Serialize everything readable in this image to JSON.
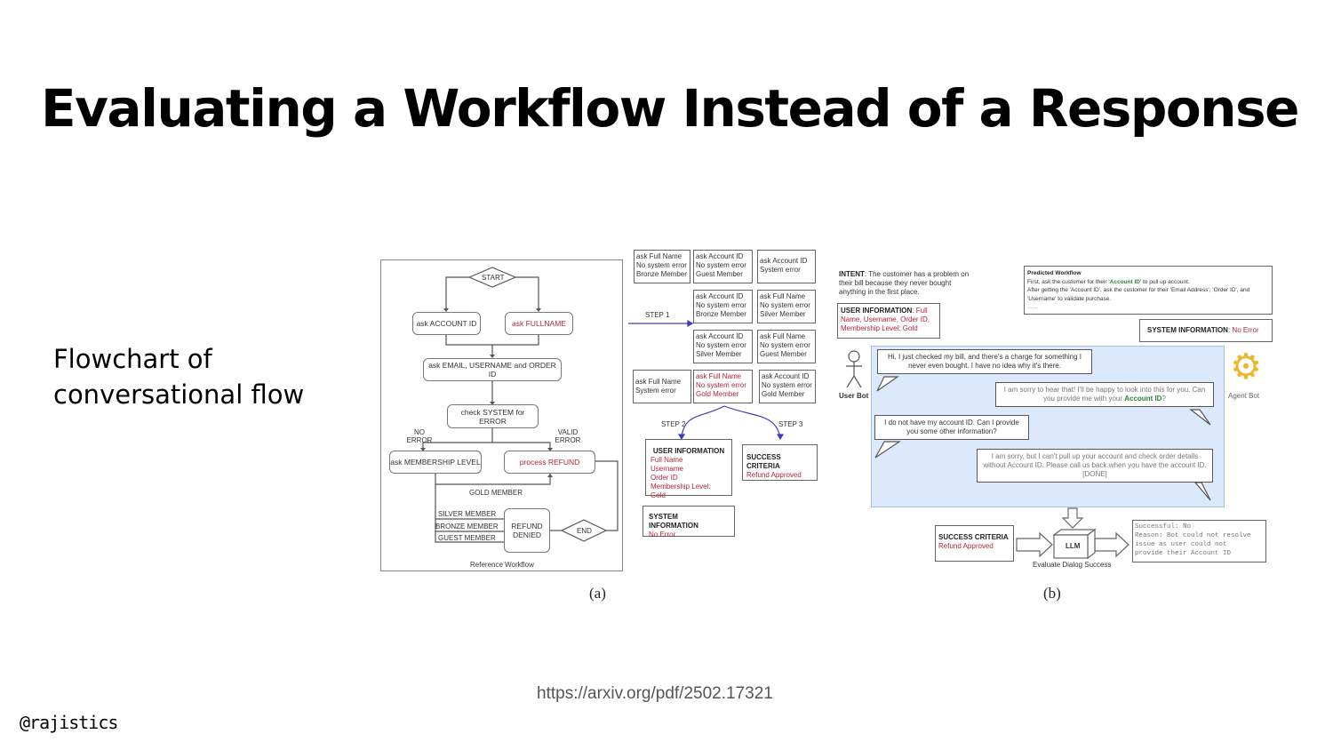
{
  "slide": {
    "title": "Evaluating a Workflow Instead of a Response",
    "caption": "Flowchart of conversational flow",
    "source_url": "https://arxiv.org/pdf/2502.17321",
    "handle": "@rajistics"
  },
  "figure_a": {
    "label": "(a)",
    "reference_workflow": {
      "caption": "Reference Workflow",
      "start": "START",
      "ask_account_id": "ask ACCOUNT ID",
      "ask_fullname": "ask FULLNAME",
      "ask_email": "ask EMAIL, USERNAME and ORDER ID",
      "check_system": "check SYSTEM for ERROR",
      "no_error": "NO ERROR",
      "valid_error": "VALID ERROR",
      "ask_membership": "ask MEMBERSHIP LEVEL",
      "process_refund": "process REFUND",
      "gold_member": "GOLD MEMBER",
      "silver_member": "SILVER MEMBER",
      "bronze_member": "BRONZE MEMBER",
      "guest_member": "GUEST MEMBER",
      "refund_denied": "REFUND DENIED",
      "end": "END"
    },
    "step1_label": "STEP 1",
    "step2_label": "STEP 2",
    "step3_label": "STEP 3",
    "scenarios": [
      [
        "ask Full Name",
        "No system error",
        "Bronze Member"
      ],
      [
        "ask Account ID",
        "No system error",
        "Guest Member"
      ],
      [
        "ask Account ID",
        "System error"
      ],
      [
        "ask Account ID",
        "No system error",
        "Bronze Member"
      ],
      [
        "ask Full Name",
        "No system error",
        "Silver Member"
      ],
      [
        "ask Account ID",
        "No system error",
        "Silver Member"
      ],
      [
        "ask Full Name",
        "No system error",
        "Guest Member"
      ],
      [
        "ask Full Name",
        "System error"
      ],
      [
        "ask Full Name",
        "No system error",
        "Gold Member"
      ],
      [
        "ask Account ID",
        "No system error",
        "Gold Member"
      ]
    ],
    "user_information": {
      "heading": "USER INFORMATION",
      "items": [
        "Full Name",
        "Username",
        "Order ID",
        "Membership Level: Gold"
      ]
    },
    "success_criteria": {
      "heading": "SUCCESS CRITERIA",
      "value": "Refund Approved"
    },
    "system_information": {
      "heading": "SYSTEM INFORMATION",
      "value": "No Error"
    }
  },
  "figure_b": {
    "label": "(b)",
    "intent_label": "INTENT",
    "intent_text": ": The customer has a problem on their bill because they never bought anything in the first place.",
    "user_info_label": "USER INFORMATION",
    "user_info_value": "Full Name, Username, Order ID, Membership Level: Gold",
    "predicted_workflow": {
      "heading": "Predicted Workflow",
      "line1_pre": "First, ask the customer for their '",
      "line1_hl": "Account ID",
      "line1_post": "' to pull up account.",
      "line2": "After getting the 'Account ID', ask the customer for their 'Email Address', 'Order ID', and 'Username' to validate purchase.",
      "line3": "......"
    },
    "system_info_label": "SYSTEM INFORMATION",
    "system_info_value": "No Error",
    "user_bot_label": "User Bot",
    "agent_bot_label": "Agent Bot",
    "dialog": [
      {
        "speaker": "user",
        "text": "Hi, I just checked my bill, and there's a charge for something I never even bought. I have no idea why it's there."
      },
      {
        "speaker": "agent",
        "text_pre": "I am sorry to hear that! I'll be happy to look into this for you. Can you provide me with your ",
        "text_hl": "Account ID",
        "text_post": "?"
      },
      {
        "speaker": "user",
        "text": "I do not have my account ID. Can I provide you some other information?"
      },
      {
        "speaker": "agent",
        "text": "I am sorry, but I can't pull up your account and check order details without Account ID. Please call us back when you have the account ID. [DONE]"
      }
    ],
    "success_criteria_label": "SUCCESS CRITERIA",
    "success_criteria_value": "Refund Approved",
    "llm_label": "LLM",
    "evaluate_caption": "Evaluate Dialog Success",
    "result_lines": [
      "Successful: No",
      "Reason: Bot could not resolve",
      "issue as user could not",
      "provide their Account ID"
    ]
  },
  "colors": {
    "accent_red": "#b0263a",
    "accent_blue": "#3d3dbb",
    "accent_green": "#2c8a2c",
    "dialog_bg": "#dce8fb"
  }
}
